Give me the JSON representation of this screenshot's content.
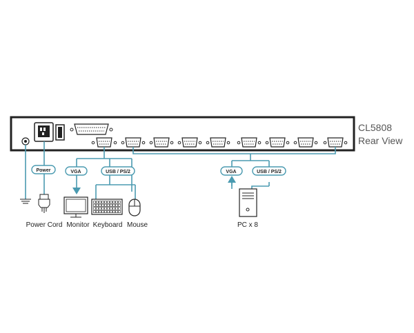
{
  "device": {
    "model": "CL5808",
    "view": "Rear View"
  },
  "labels": {
    "power_pill": "Power",
    "vga_pill_console": "VGA",
    "usb_pill_console": "USB / PS/2",
    "vga_pill_pc": "VGA",
    "usb_pill_pc": "USB / PS/2"
  },
  "devices": {
    "power_cord": "Power Cord",
    "monitor": "Monitor",
    "keyboard": "Keyboard",
    "mouse": "Mouse",
    "pc": "PC x 8"
  },
  "colors": {
    "wire": "#4a9ab0",
    "panel_border": "#222222"
  },
  "icons": [
    "ground-icon",
    "power-plug-icon",
    "monitor-icon",
    "keyboard-icon",
    "mouse-icon",
    "pc-tower-icon",
    "arrow-down-icon",
    "arrow-up-icon"
  ]
}
